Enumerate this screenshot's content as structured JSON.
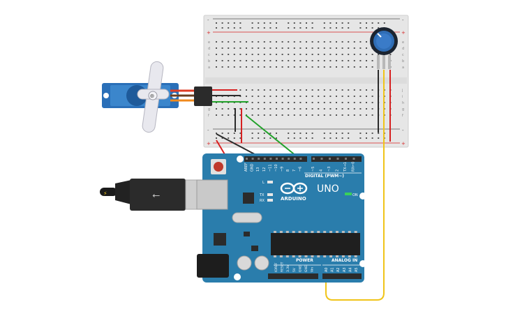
{
  "colors": {
    "breadboard": "#e6e6e6",
    "arduino_board": "#2a7dac",
    "wire_red": "#d62020",
    "wire_black": "#2b2b2b",
    "wire_green": "#22a12a",
    "wire_yellow": "#f0c419",
    "servo_blue": "#2a6fb8",
    "pot_blue": "#2f6db5"
  },
  "breadboard": {
    "row_letters_top": [
      "a",
      "b",
      "c",
      "d",
      "e"
    ],
    "row_letters_bottom": [
      "f",
      "g",
      "h",
      "i",
      "j"
    ],
    "rail_plus": "+",
    "rail_minus": "-"
  },
  "arduino": {
    "brand": "ARDUINO",
    "model": "UNO",
    "on_label": "ON",
    "digital_label": "DIGITAL (PWM~)",
    "power_label": "POWER",
    "analog_label": "ANALOG IN",
    "digital_pins": [
      "AREF",
      "GND",
      "13",
      "12",
      "~11",
      "~10",
      "~9",
      "8",
      "7",
      "~6",
      "~5",
      "4",
      "~3",
      "2",
      "TX→1",
      "RX←0"
    ],
    "power_pins": [
      "IOREF",
      "RESET",
      "3.3V",
      "5V",
      "GND",
      "GND",
      "Vin"
    ],
    "analog_pins": [
      "A0",
      "A1",
      "A2",
      "A3",
      "A4",
      "A5"
    ],
    "led_labels": [
      "L",
      "TX",
      "RX"
    ]
  },
  "components": [
    "servo-motor",
    "potentiometer",
    "breadboard",
    "arduino-uno",
    "usb-cable"
  ]
}
